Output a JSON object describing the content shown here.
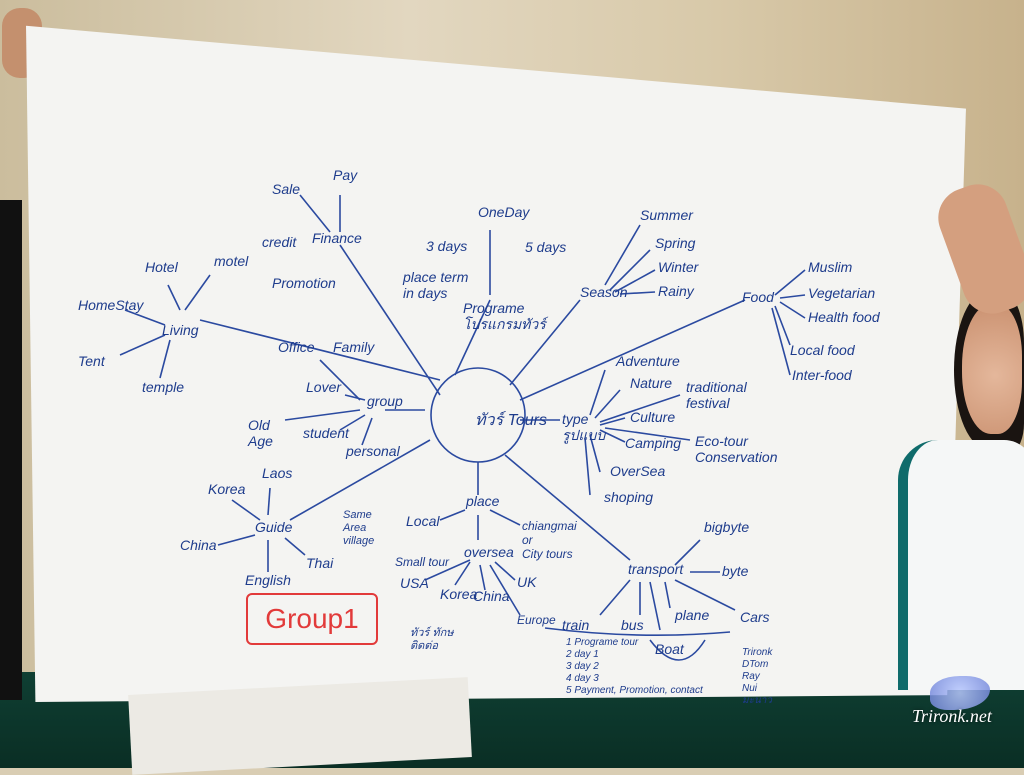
{
  "poster": {
    "center": "ทัวร์ Tours",
    "group_label": "Group1",
    "watermark": "Trironk.net"
  },
  "labels": {
    "finance": "Finance",
    "sale": "Sale",
    "pay": "Pay",
    "credit": "credit",
    "promotion": "Promotion",
    "hotel": "Hotel",
    "motel": "motel",
    "homestay": "HomeStay",
    "tent": "Tent",
    "temple": "temple",
    "living": "Living",
    "oneday": "OneDay",
    "threedays": "3 days",
    "fivedays": "5 days",
    "place_term": "place term\nin days",
    "programe": "Programe\nโปรแกรมทัวร์",
    "season": "Season",
    "summer": "Summer",
    "spring": "Spring",
    "winter": "Winter",
    "rainy": "Rainy",
    "food": "Food",
    "muslim": "Muslim",
    "vegetarian": "Vegetarian",
    "health_food": "Health food",
    "local_food": "Local food",
    "inter_food": "Inter-food",
    "office": "Office",
    "family": "Family",
    "lover": "Lover",
    "group": "group",
    "old_age": "Old\nAge",
    "student": "student",
    "personal": "personal",
    "guide": "Guide",
    "laos": "Laos",
    "korea": "Korea",
    "china": "China",
    "english": "English",
    "thai": "Thai",
    "type": "type\nรูปแบบ",
    "adventure": "Adventure",
    "nature": "Nature",
    "traditional": "traditional\nfestival",
    "culture": "Culture",
    "camping": "Camping",
    "ecotour": "Eco-tour\nConservation",
    "oversea_type": "OverSea",
    "shoping": "shoping",
    "place": "place",
    "same_area": "Same\nArea\nvillage",
    "local": "Local",
    "small_tour": "Small tour",
    "chiangmai": "chiangmai\nor\nCity tours",
    "oversea": "oversea",
    "usa": "USA",
    "korea2": "Korea",
    "china2": "China",
    "uk": "UK",
    "europe": "Europe",
    "transport": "transport",
    "bigbyte": "bigbyte",
    "byte": "byte",
    "cars": "Cars",
    "plane": "plane",
    "train": "train",
    "bus": "bus",
    "boat": "Boat",
    "program_list": "1 Programe tour\n2 day 1\n3 day 2\n4 day 3\n5 Payment, Promotion, contact",
    "tour_contact": "ทัวร์ ทักษ\nติดต่อ",
    "trironk_list": "Trironk\nDTom\nRay\nNui\nมะนาว"
  }
}
